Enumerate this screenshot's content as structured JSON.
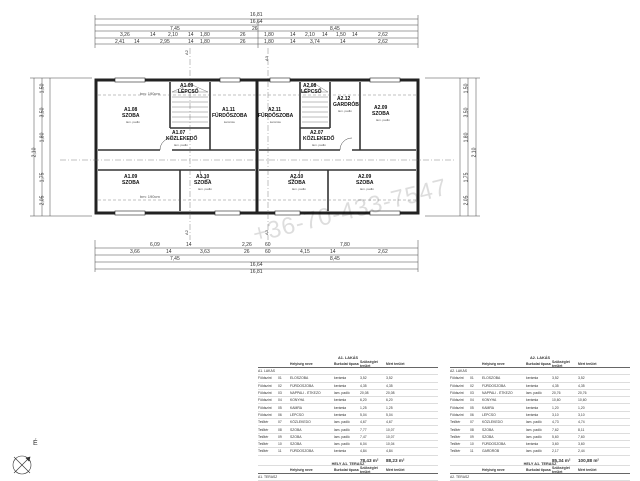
{
  "plan": {
    "top_dims": {
      "row1": [
        "16,81",
        "16,64"
      ],
      "row2": [
        "7,45",
        "26",
        "8,45"
      ],
      "row3": [
        "3,26",
        "14",
        "2,10",
        "14",
        "1,80",
        "26",
        "1,80",
        "14",
        "2,10",
        "14",
        "1,50",
        "14",
        "2,62"
      ],
      "row4": [
        "2,41",
        "14",
        "2,95",
        "14",
        "1,80",
        "26",
        "1,80",
        "14",
        "3,74",
        "14",
        "2,62"
      ]
    },
    "bottom_dims": {
      "row1": [
        "6,09",
        "14",
        "2,26",
        "60",
        "7,80"
      ],
      "row2": [
        "3,66",
        "14",
        "3,63",
        "26",
        "60",
        "4,15",
        "14",
        "2,62"
      ],
      "row3": [
        "7,45",
        "16,64",
        "8,45"
      ],
      "row4": [
        "16,81"
      ]
    },
    "left_dims": [
      "1,50",
      "3,50",
      "1,80",
      "2,10",
      "1,75",
      "2,05"
    ],
    "right_dims": [
      "1,50",
      "3,50",
      "1,80",
      "2,10",
      "1,75",
      "2,05"
    ],
    "section_marks": [
      "A2",
      "A3",
      "A2",
      "A3"
    ],
    "rooms": [
      {
        "code": "A1.08",
        "name": "SZOBA",
        "note": "bm: 190cm"
      },
      {
        "code": "A1.09",
        "name": "LÉPCSŐ",
        "note": ""
      },
      {
        "code": "A1.11",
        "name": "FÜRDŐSZOBA",
        "note": ""
      },
      {
        "code": "A1.07",
        "name": "KÖZLEKEDŐ",
        "note": ""
      },
      {
        "code": "A1.09",
        "name": "SZOBA",
        "note": "bm: 190cm"
      },
      {
        "code": "A1.10",
        "name": "SZOBA",
        "note": ""
      },
      {
        "code": "A2.11",
        "name": "FÜRDŐSZOBA",
        "note": ""
      },
      {
        "code": "A2.08",
        "name": "LÉPCSŐ",
        "note": ""
      },
      {
        "code": "A2.12",
        "name": "GARDRÓB",
        "note": ""
      },
      {
        "code": "A2.09",
        "name": "SZOBA",
        "note": ""
      },
      {
        "code": "A2.07",
        "name": "KÖZLEKEDŐ",
        "note": ""
      },
      {
        "code": "A2.10",
        "name": "SZOBA",
        "note": ""
      },
      {
        "code": "A2.09",
        "name": "SZOBA",
        "note": ""
      }
    ],
    "floor_finish": "lam. padló",
    "watermark": "+36-70-433-7547",
    "north_label": "É"
  },
  "table_a1": {
    "title": "A1. LAKÁS",
    "headers": [
      "",
      "",
      "Helyiség neve",
      "Burkolat típusa",
      "Szükséglet terület",
      "Mért terület"
    ],
    "section": "A1. LAKÁS",
    "rows": [
      [
        "Földszint",
        "01",
        "ELŐSZOBA",
        "kerámia",
        "3,52",
        "3,52"
      ],
      [
        "Földszint",
        "02",
        "FÜRDŐSZOBA",
        "kerámia",
        "4,35",
        "4,35"
      ],
      [
        "Földszint",
        "03",
        "NAPPALI - ÉTKEZŐ",
        "lam. padló",
        "20,08",
        "20,08"
      ],
      [
        "Földszint",
        "04",
        "KONYHA",
        "kerámia",
        "6,20",
        "6,20"
      ],
      [
        "Földszint",
        "05",
        "KAMRA",
        "kerámia",
        "1,25",
        "1,25"
      ],
      [
        "Földszint",
        "06",
        "LÉPCSŐ",
        "kerámia",
        "5,04",
        "5,04"
      ],
      [
        "Tetőtér",
        "07",
        "KÖZLEKEDŐ",
        "lam. padló",
        "4,67",
        "4,67"
      ],
      [
        "Tetőtér",
        "08",
        "SZOBA",
        "lam. padló",
        "7,77",
        "10,07"
      ],
      [
        "Tetőtér",
        "09",
        "SZOBA",
        "lam. padló",
        "7,47",
        "10,07"
      ],
      [
        "Tetőtér",
        "10",
        "SZOBA",
        "lam. padló",
        "6,04",
        "10,04"
      ],
      [
        "Tetőtér",
        "11",
        "FÜRDŐSZOBA",
        "kerámia",
        "4,84",
        "4,84"
      ]
    ],
    "total1": "78,43 m²",
    "total2": "88,23 m²",
    "terrace_title": "HELY A1. TERASZ",
    "terrace_row": "A1. TERASZ"
  },
  "table_a2": {
    "title": "A2. LAKÁS",
    "headers": [
      "",
      "",
      "Helyiség neve",
      "Burkolat típusa",
      "Szükséglet terület",
      "Mért terület"
    ],
    "section": "A2. LAKÁS",
    "rows": [
      [
        "Földszint",
        "01",
        "ELŐSZOBA",
        "kerámia",
        "3,52",
        "3,52"
      ],
      [
        "Földszint",
        "02",
        "FÜRDŐSZOBA",
        "kerámia",
        "4,35",
        "4,35"
      ],
      [
        "Földszint",
        "03",
        "NAPPALI - ÉTKEZŐ",
        "lam. padló",
        "20,76",
        "20,76"
      ],
      [
        "Földszint",
        "04",
        "KONYHA",
        "kerámia",
        "10,60",
        "10,60"
      ],
      [
        "Földszint",
        "05",
        "KAMRA",
        "kerámia",
        "1,20",
        "1,20"
      ],
      [
        "Földszint",
        "06",
        "LÉPCSŐ",
        "kerámia",
        "3,10",
        "3,10"
      ],
      [
        "Tetőtér",
        "07",
        "KÖZLEKEDŐ",
        "lam. padló",
        "4,73",
        "4,74"
      ],
      [
        "Tetőtér",
        "08",
        "SZOBA",
        "lam. padló",
        "7,62",
        "8,11"
      ],
      [
        "Tetőtér",
        "09",
        "SZOBA",
        "lam. padló",
        "5,60",
        "7,60"
      ],
      [
        "Tetőtér",
        "10",
        "FÜRDŐSZOBA",
        "kerámia",
        "3,60",
        "3,60"
      ],
      [
        "Tetőtér",
        "11",
        "GARDRÓB",
        "lam. padló",
        "2,17",
        "2,44"
      ]
    ],
    "total1": "85,34 m²",
    "total2": "100,88 m²",
    "terrace_title": "HELY A1. TERASZ",
    "terrace_row": "A2. TERASZ"
  }
}
